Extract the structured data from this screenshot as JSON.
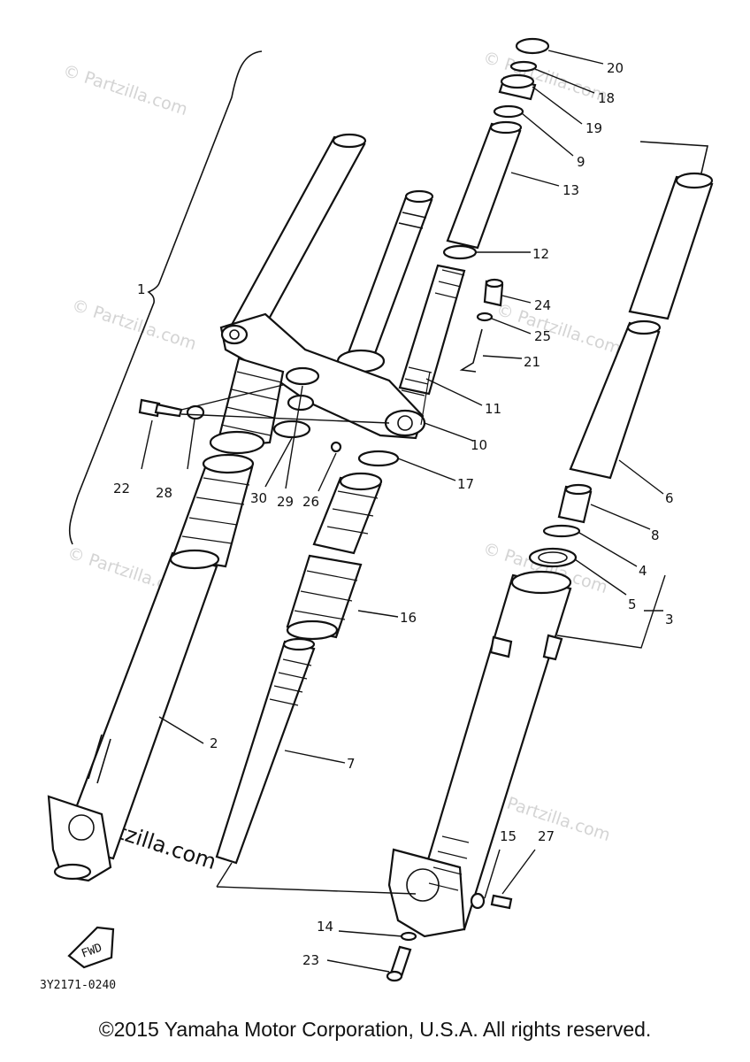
{
  "watermark": "© Partzilla.com",
  "watermark_main": "Partzilla.com",
  "diagram_code": "3Y2171-0240",
  "fwd_label": "FWD",
  "copyright": "©2015 Yamaha Motor Corporation, U.S.A. All rights reserved.",
  "callouts": [
    "1",
    "2",
    "3",
    "4",
    "5",
    "6",
    "7",
    "8",
    "9",
    "10",
    "11",
    "12",
    "13",
    "14",
    "15",
    "16",
    "17",
    "18",
    "19",
    "20",
    "21",
    "22",
    "23",
    "24",
    "25",
    "26",
    "27",
    "28",
    "29",
    "30"
  ]
}
